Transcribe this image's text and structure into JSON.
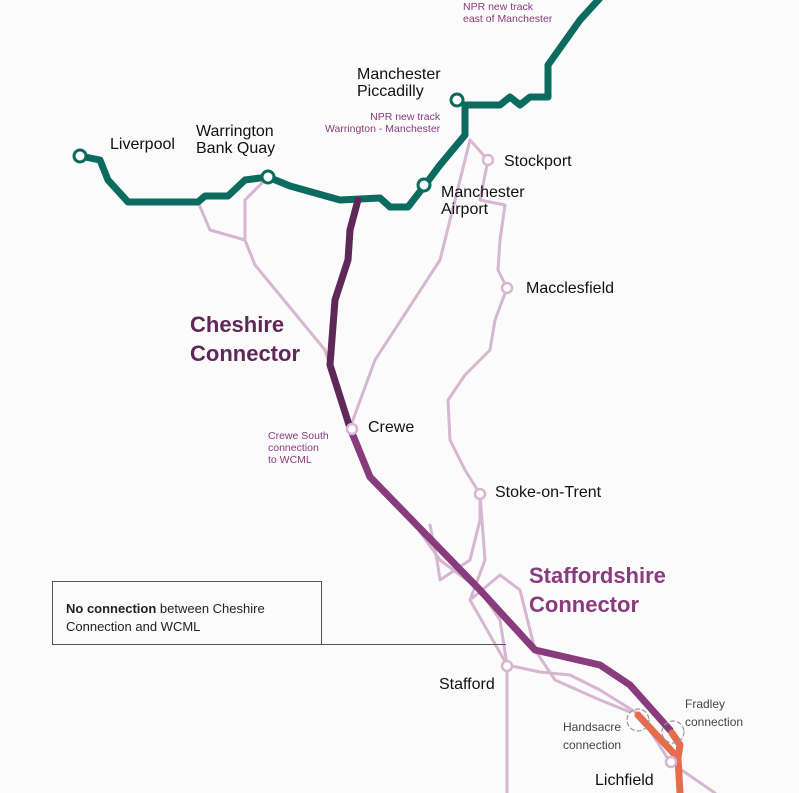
{
  "colors": {
    "npr": "#0b6b5e",
    "cheshire": "#5e2858",
    "staffordshire": "#883b7d",
    "existing": "#d6b6d1",
    "lichfield": "#e56c4c",
    "annotation": "#8b3a7e"
  },
  "stations": {
    "liverpool": "Liverpool",
    "warrington": [
      "Warrington",
      "Bank Quay"
    ],
    "piccadilly": [
      "Manchester",
      "Piccadilly"
    ],
    "airport": [
      "Manchester",
      "Airport"
    ],
    "stockport": "Stockport",
    "macclesfield": "Macclesfield",
    "crewe": "Crewe",
    "stoke": "Stoke-on-Trent",
    "stafford": "Stafford",
    "lichfield": "Lichfield"
  },
  "annotations": {
    "npr_east": [
      "NPR new track",
      "east of Manchester"
    ],
    "npr_warr": [
      "NPR new track",
      "Warrington - Manchester"
    ],
    "crewe_south": [
      "Crewe South",
      "connection",
      "to WCML"
    ],
    "handsacre": [
      "Handsacre",
      "connection"
    ],
    "fradley": [
      "Fradley",
      "connection"
    ]
  },
  "connectors": {
    "cheshire": [
      "Cheshire",
      "Connector"
    ],
    "staffordshire": [
      "Staffordshire",
      "Connector"
    ]
  },
  "note": {
    "bold": "No connection",
    "rest": " between Cheshire Connection and WCML"
  }
}
